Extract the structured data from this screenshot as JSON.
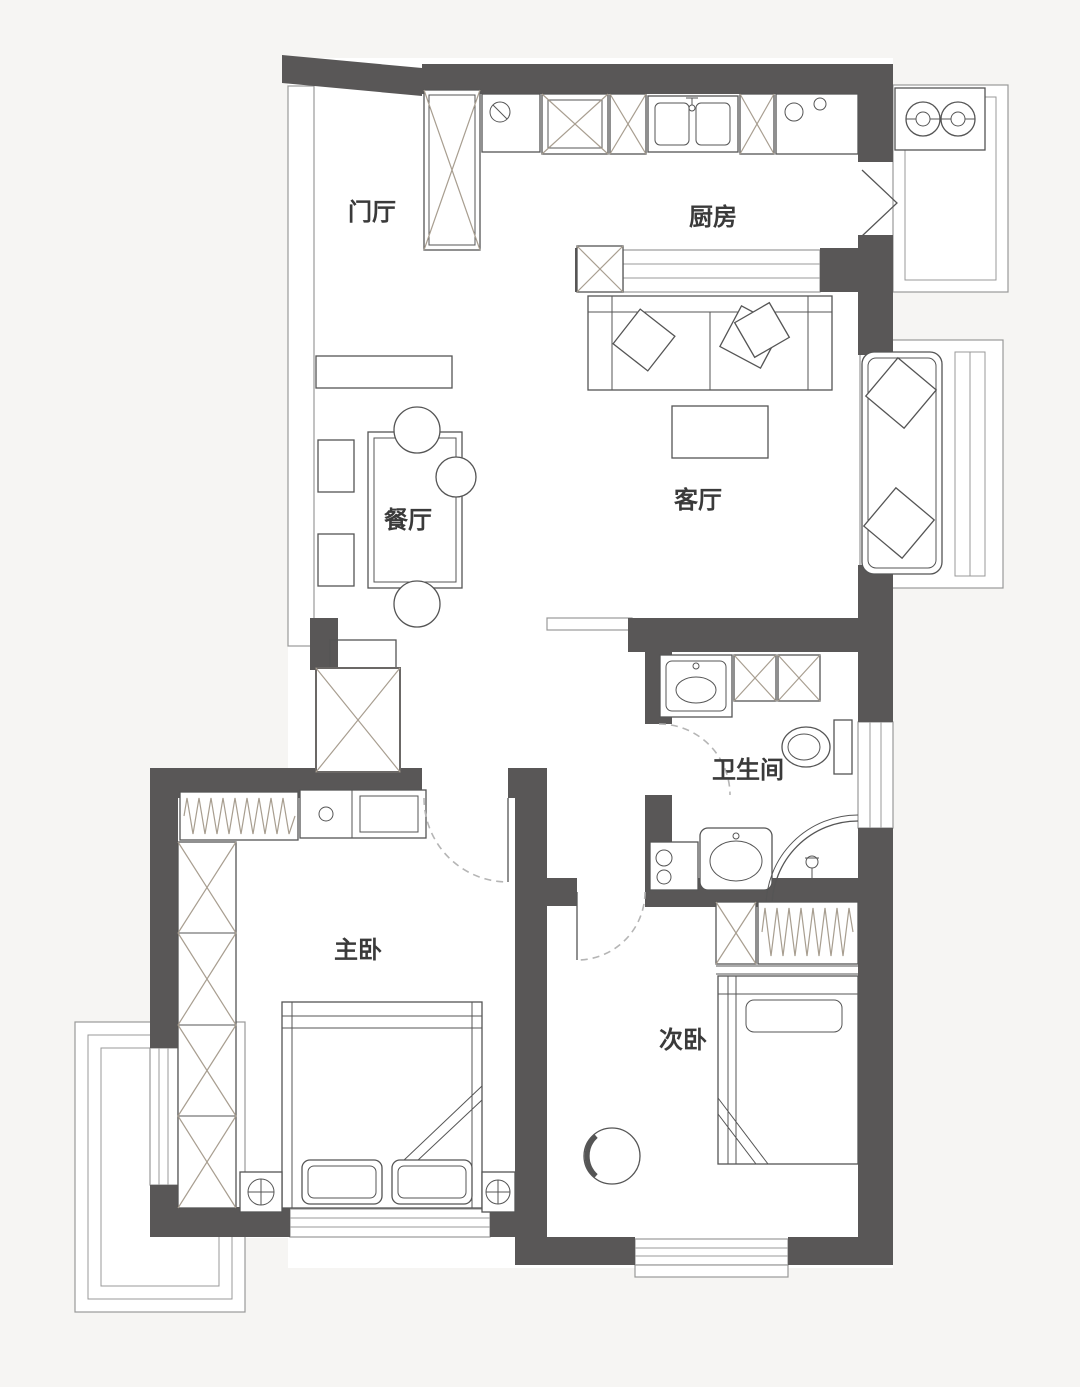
{
  "rooms": {
    "entry": {
      "label": "门厅"
    },
    "kitchen": {
      "label": "厨房"
    },
    "dining": {
      "label": "餐厅"
    },
    "living": {
      "label": "客厅"
    },
    "bathroom": {
      "label": "卫生间"
    },
    "master_bedroom": {
      "label": "主卧"
    },
    "second_bedroom": {
      "label": "次卧"
    }
  },
  "colors": {
    "wall": "#595757",
    "line": "#555555",
    "light_line": "#999999",
    "hatch": "#a89e90",
    "dash": "#b5b5b5",
    "text": "#3a3a3a",
    "floor": "#ffffff",
    "background": "#f6f5f3"
  }
}
